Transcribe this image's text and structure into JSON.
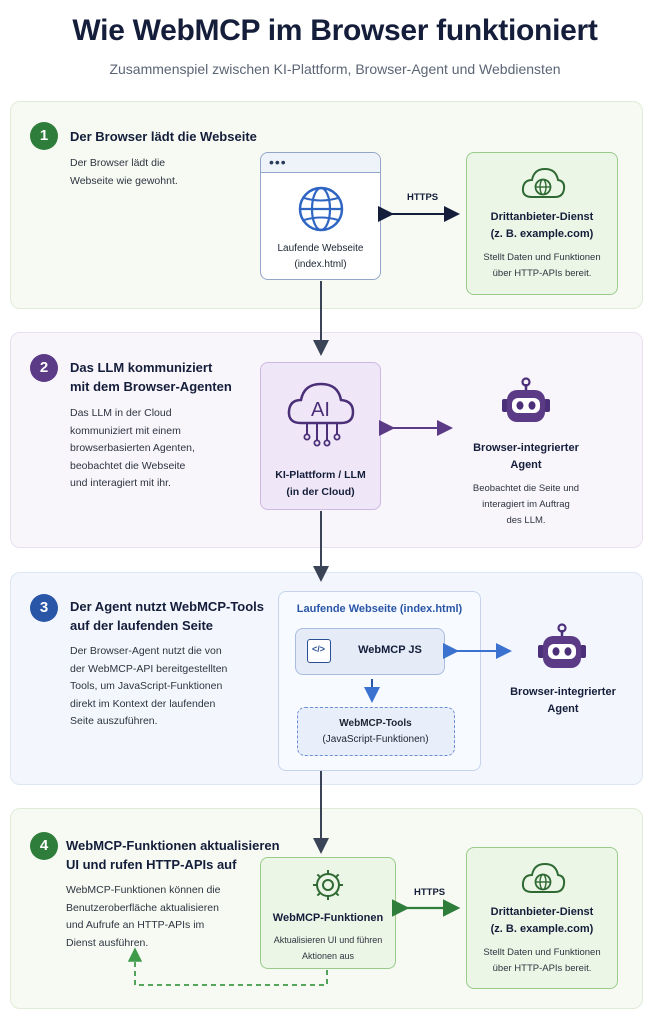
{
  "header": {
    "title": "Wie WebMCP im Browser funktioniert",
    "subtitle": "Zusammenspiel zwischen KI-Plattform, Browser-Agent und Webdiensten"
  },
  "step1": {
    "number": "1",
    "title": "Der Browser lädt die Webseite",
    "desc": [
      "Der Browser lädt die",
      "Webseite wie gewohnt."
    ],
    "browser_window": {
      "label": [
        "Laufende Webseite",
        "(index.html)"
      ],
      "dots": "•••"
    },
    "arrow_label": "HTTPS",
    "third_party": {
      "title": [
        "Drittanbieter-Dienst",
        "(z. B. example.com)"
      ],
      "desc": [
        "Stellt Daten und Funktionen",
        "über HTTP-APIs bereit."
      ]
    }
  },
  "step2": {
    "number": "2",
    "title": [
      "Das LLM kommuniziert",
      "mit dem Browser-Agenten"
    ],
    "desc": [
      "Das LLM in der Cloud",
      "kommuniziert mit einem",
      "browserbasierten Agenten,",
      "beobachtet die Webseite",
      "und interagiert mit ihr."
    ],
    "ai_platform": {
      "icon_text": "AI",
      "label": [
        "KI-Plattform / LLM",
        "(in der Cloud)"
      ]
    },
    "agent": {
      "title": [
        "Browser-integrierter",
        "Agent"
      ],
      "desc": [
        "Beobachtet die Seite und",
        "interagiert im Auftrag",
        "des LLM."
      ]
    }
  },
  "step3": {
    "number": "3",
    "title": [
      "Der Agent nutzt WebMCP-Tools",
      "auf der laufenden Seite"
    ],
    "desc": [
      "Der Browser-Agent nutzt die von",
      "der WebMCP-API bereitgestellten",
      "Tools, um JavaScript-Funktionen",
      "direkt im Kontext der laufenden",
      "Seite auszuführen."
    ],
    "panel_title": "Laufende Webseite (index.html)",
    "webmcp_js": {
      "icon_text": "</>",
      "label": "WebMCP JS"
    },
    "tools": {
      "label": [
        "WebMCP-Tools",
        "(JavaScript-Funktionen)"
      ]
    },
    "agent": {
      "title": [
        "Browser-integrierter",
        "Agent"
      ]
    }
  },
  "step4": {
    "number": "4",
    "title": [
      "WebMCP-Funktionen aktualisieren",
      "UI und rufen HTTP-APIs auf"
    ],
    "desc": [
      "WebMCP-Funktionen können die",
      "Benutzeroberfläche aktualisieren",
      "und Aufrufe an HTTP-APIs im",
      "Dienst ausführen."
    ],
    "functions": {
      "title": "WebMCP-Funktionen",
      "desc": [
        "Aktualisieren UI und führen",
        "Aktionen aus"
      ]
    },
    "arrow_label": "HTTPS",
    "third_party": {
      "title": [
        "Drittanbieter-Dienst",
        "(z. B. example.com)"
      ],
      "desc": [
        "Stellt Daten und Funktionen",
        "über HTTP-APIs bereit."
      ]
    }
  },
  "colors": {
    "green": "#2f7d3b",
    "purple": "#5b3a86",
    "blue": "#2a56a8",
    "navy": "#141d3a",
    "flow_arrow": "#3a4456"
  }
}
